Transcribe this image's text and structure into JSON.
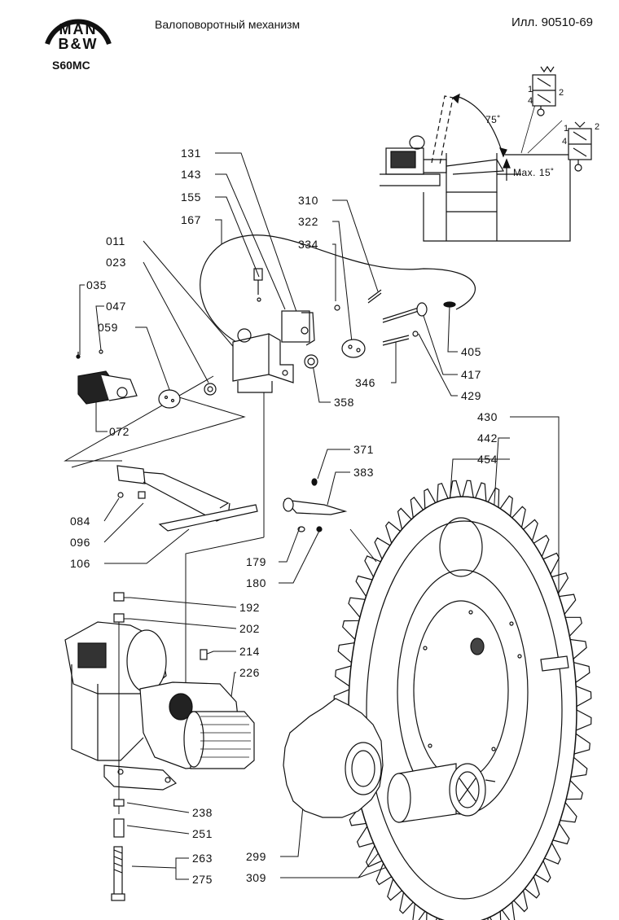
{
  "header": {
    "title": "Валоповоротный механизм",
    "illustration_ref": "Илл. 90510-69",
    "model": "S60MC",
    "logo_line1": "MAN",
    "logo_line2": "B&W"
  },
  "inset": {
    "angle_label": "75˚",
    "max_label": "Max. 15˚",
    "valve_ports_top": [
      "1",
      "2",
      "4"
    ],
    "valve_ports_bottom": [
      "1",
      "2",
      "4"
    ]
  },
  "part_labels": {
    "p131": "131",
    "p143": "143",
    "p155": "155",
    "p167": "167",
    "p011": "011",
    "p023": "023",
    "p035": "035",
    "p047": "047",
    "p059": "059",
    "p072": "072",
    "p310": "310",
    "p322": "322",
    "p334": "334",
    "p405": "405",
    "p417": "417",
    "p346": "346",
    "p429": "429",
    "p358": "358",
    "p430": "430",
    "p442": "442",
    "p454": "454",
    "p371": "371",
    "p383": "383",
    "p084": "084",
    "p096": "096",
    "p106": "106",
    "p179": "179",
    "p180": "180",
    "p192": "192",
    "p202": "202",
    "p214": "214",
    "p226": "226",
    "p238": "238",
    "p251": "251",
    "p263": "263",
    "p275": "275",
    "p299": "299",
    "p309": "309"
  }
}
